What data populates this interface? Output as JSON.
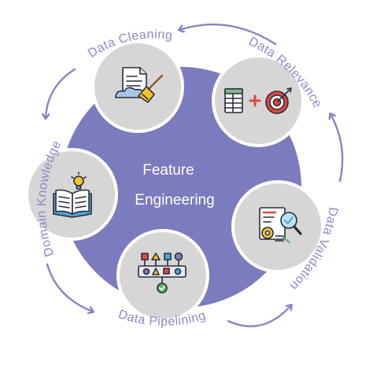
{
  "diagram": {
    "center": {
      "line1": "Feature",
      "line2": "Engineering"
    },
    "nodes": [
      {
        "label": "Data Cleaning"
      },
      {
        "label": "Data Relevance"
      },
      {
        "label": "Data Validation"
      },
      {
        "label": "Data Pipelining"
      },
      {
        "label": "Domain Knowledge"
      }
    ]
  },
  "colors": {
    "central_circle": "#7b7bbd",
    "node_fill": "#d6d6d6",
    "node_stroke": "#ffffff",
    "label_text": "#8b8bc8",
    "arrow": "#8585c5",
    "center_text": "#ffffff",
    "icon_outline": "#2b2d3a",
    "accent_red": "#e2473c",
    "accent_yellow": "#f5c32c",
    "accent_blue": "#4fa6d9",
    "accent_green": "#5bb56b"
  }
}
